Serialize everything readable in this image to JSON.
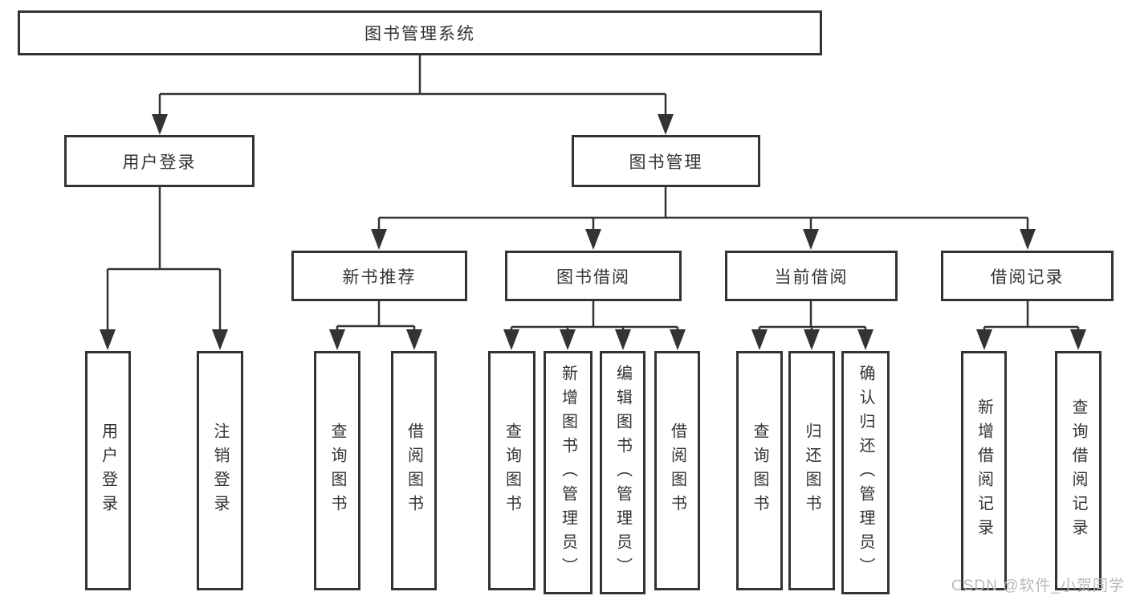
{
  "diagram": {
    "title": "图书管理系统",
    "nodes": {
      "root": "图书管理系统",
      "user_login": "用户登录",
      "book_mgmt": "图书管理",
      "new_book_rec": "新书推荐",
      "book_borrow": "图书借阅",
      "current_borrow": "当前借阅",
      "borrow_record": "借阅记录",
      "ul_login": "用户登录",
      "ul_logout": "注销登录",
      "rec_query": "查询图书",
      "rec_borrow": "借阅图书",
      "bb_query": "查询图书",
      "bb_add": "新增图书（管理员）",
      "bb_edit": "编辑图书（管理员）",
      "bb_borrow": "借阅图书",
      "cb_query": "查询图书",
      "cb_return": "归还图书",
      "cb_confirm": "确认归还（管理员）",
      "br_add": "新增借阅记录",
      "br_query": "查询借阅记录"
    },
    "hierarchy": {
      "图书管理系统": [
        "用户登录",
        "图书管理"
      ],
      "用户登录": [
        "用户登录",
        "注销登录"
      ],
      "图书管理": [
        "新书推荐",
        "图书借阅",
        "当前借阅",
        "借阅记录"
      ],
      "新书推荐": [
        "查询图书",
        "借阅图书"
      ],
      "图书借阅": [
        "查询图书",
        "新增图书（管理员）",
        "编辑图书（管理员）",
        "借阅图书"
      ],
      "当前借阅": [
        "查询图书",
        "归还图书",
        "确认归还（管理员）"
      ],
      "借阅记录": [
        "新增借阅记录",
        "查询借阅记录"
      ]
    },
    "colors": {
      "line": "#333333",
      "box_border": "#333333",
      "box_fill": "#ffffff",
      "text": "#333333",
      "watermark": "#b9b9b9",
      "background": "#ffffff"
    }
  },
  "watermark": "CSDN @软件_小贺同学"
}
